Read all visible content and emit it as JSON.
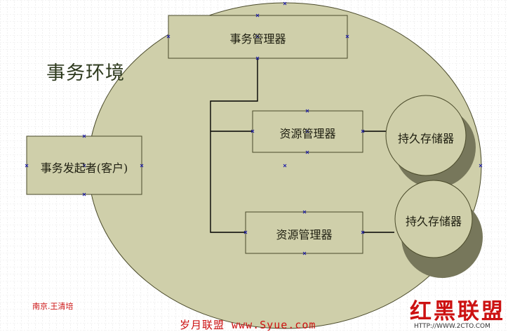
{
  "diagram": {
    "environment_label": "事务环境",
    "transaction_manager": "事务管理器",
    "initiator": "事务发起者(客户)",
    "resource_managers": [
      "资源管理器",
      "资源管理器"
    ],
    "storages": [
      "持久存储器",
      "持久存储器"
    ]
  },
  "footer": {
    "author": "南京.王清培",
    "watermark_site": "岁月联盟 www.Syue.com",
    "logo_text": "红黑联盟",
    "logo_url": "HTTP://WWW.2CTO.COM"
  },
  "colors": {
    "shape_fill": "#cfcfaa",
    "shape_stroke": "#4a4a2a",
    "shadow": "#77775b",
    "grid": "#cfcfcf",
    "watermark": "#cc1111"
  }
}
